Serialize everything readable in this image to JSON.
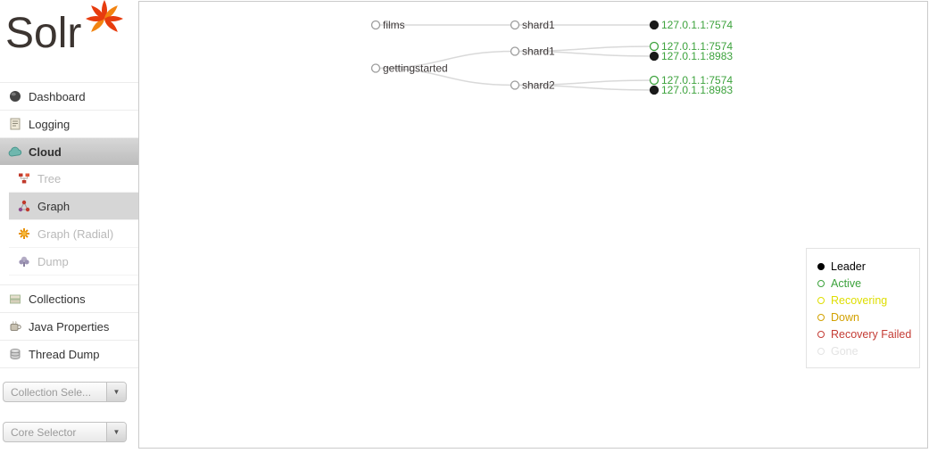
{
  "app": {
    "logo_text": "Solr"
  },
  "sidebar": {
    "menu": [
      {
        "label": "Dashboard"
      },
      {
        "label": "Logging"
      },
      {
        "label": "Cloud"
      },
      {
        "label": "Collections"
      },
      {
        "label": "Java Properties"
      },
      {
        "label": "Thread Dump"
      }
    ],
    "cloud_submenu": [
      {
        "label": "Tree",
        "disabled": true
      },
      {
        "label": "Graph",
        "active": true
      },
      {
        "label": "Graph (Radial)",
        "disabled": true
      },
      {
        "label": "Dump",
        "disabled": true
      }
    ],
    "collection_selector": {
      "value": "Collection Sele..."
    },
    "core_selector": {
      "value": "Core Selector"
    }
  },
  "graph": {
    "collections": [
      {
        "name": "films",
        "shards": [
          {
            "name": "shard1",
            "replicas": [
              {
                "host": "127.0.1.1:7574",
                "state": "leader"
              }
            ]
          }
        ]
      },
      {
        "name": "gettingstarted",
        "shards": [
          {
            "name": "shard1",
            "replicas": [
              {
                "host": "127.0.1.1:7574",
                "state": "active"
              },
              {
                "host": "127.0.1.1:8983",
                "state": "leader"
              }
            ]
          },
          {
            "name": "shard2",
            "replicas": [
              {
                "host": "127.0.1.1:7574",
                "state": "active"
              },
              {
                "host": "127.0.1.1:8983",
                "state": "leader"
              }
            ]
          }
        ]
      }
    ]
  },
  "legend": {
    "items": [
      {
        "label": "Leader",
        "color": "#000000",
        "filled": true
      },
      {
        "label": "Active",
        "color": "#3ca23c",
        "filled": false
      },
      {
        "label": "Recovering",
        "color": "#dede00",
        "filled": false
      },
      {
        "label": "Down",
        "color": "#d2a100",
        "filled": false
      },
      {
        "label": "Recovery Failed",
        "color": "#c43c35",
        "filled": false
      },
      {
        "label": "Gone",
        "color": "#e3e3e3",
        "filled": false
      }
    ]
  },
  "colors": {
    "leader": "#1a1a1a",
    "active": "#3ca23c",
    "link": "#d9d9d9",
    "node_stroke": "#9c9c9c",
    "label": "#3f3a3a"
  }
}
